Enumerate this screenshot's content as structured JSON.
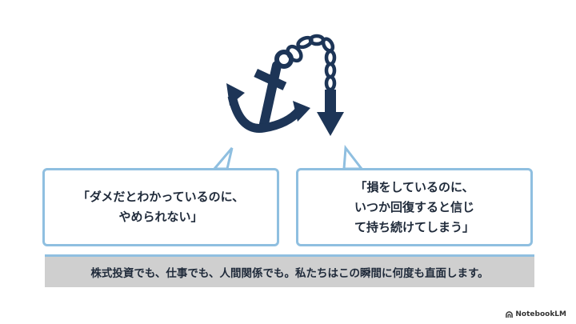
{
  "illustration": {
    "anchor_icon": "anchor-icon",
    "chain_icon": "chain-icon",
    "weight_icon": "downward-arrow-weight-icon",
    "colors": {
      "navy": "#1d3557",
      "border": "#8fbfe0"
    }
  },
  "bubbles": {
    "left": [
      "「ダメだとわかっているのに、",
      "やめられない」"
    ],
    "right": [
      "「損をしているのに、",
      "いつか回復すると信じ",
      "て持ち続けてしまう」"
    ]
  },
  "caption": "株式投資でも、仕事でも、人間関係でも。私たちはこの瞬間に何度も直面します。",
  "brand": {
    "label": "NotebookLM",
    "icon": "notebooklm-icon"
  }
}
